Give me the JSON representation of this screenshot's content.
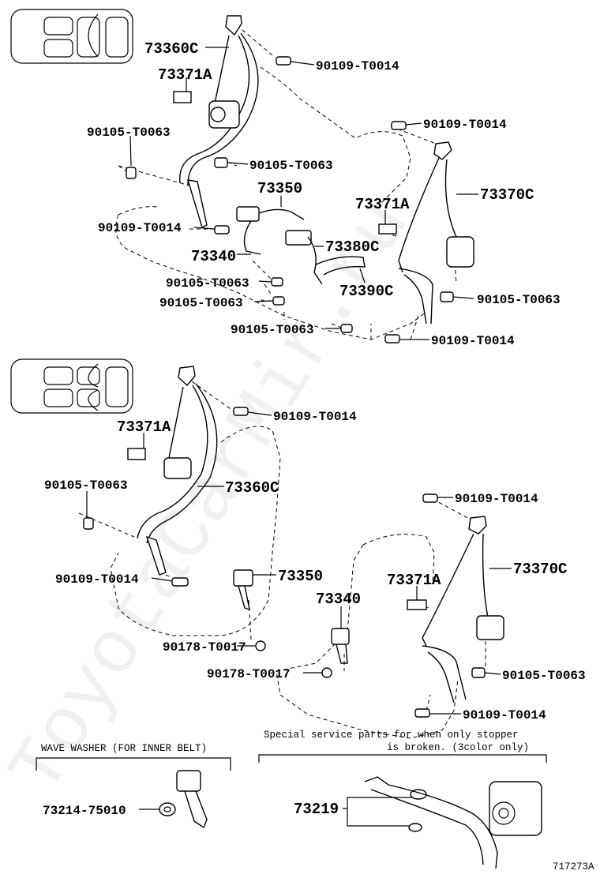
{
  "watermark": "ToyotaCarMir.ru",
  "diagram_id": "717273A",
  "top_section": {
    "labels": {
      "rear_belt_left": "73360C",
      "stopper_left": "73371A",
      "bolt_anchor_top_left": "90109-T0014",
      "bolt_retractor_left": "90105-T0063",
      "bolt_mid_left": "90105-T0063",
      "buckle_center": "73350",
      "bolt_floor_left": "90109-T0014",
      "buckle_left": "73340",
      "buckle_right": "73380C",
      "bolt_buckle_1": "90105-T0063",
      "bolt_buckle_2": "90105-T0063",
      "bolt_buckle_3": "90105-T0063",
      "buckle_inner": "73390C",
      "bolt_anchor_top_right": "90109-T0014",
      "stopper_right": "73371A",
      "rear_belt_right": "73370C",
      "bolt_retractor_right": "90105-T0063",
      "bolt_floor_right": "90109-T0014"
    }
  },
  "bottom_section": {
    "labels": {
      "bolt_anchor_top_left": "90109-T0014",
      "stopper_left": "73371A",
      "bolt_retractor_left": "90105-T0063",
      "rear_belt_left": "73360C",
      "bolt_floor_left": "90109-T0014",
      "buckle_left": "73350",
      "nut_left": "90178-T0017",
      "buckle_center": "73340",
      "nut_center": "90178-T0017",
      "bolt_anchor_top_right": "90109-T0014",
      "stopper_right": "73371A",
      "rear_belt_right": "73370C",
      "bolt_retractor_right": "90105-T0063",
      "bolt_floor_right": "90109-T0014"
    }
  },
  "wave_washer": {
    "title": "WAVE WASHER (FOR INNER BELT)",
    "part": "73214-75010"
  },
  "special_service": {
    "note_line1": "Special service parts for when only stopper",
    "note_line2": "is broken. (3color only)",
    "part": "73219"
  }
}
